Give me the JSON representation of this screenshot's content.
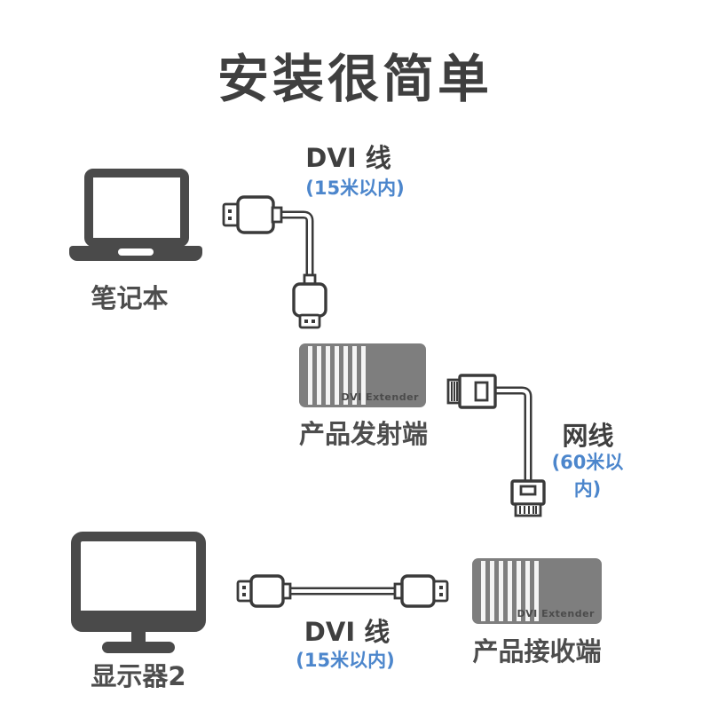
{
  "title": "安装很简单",
  "colors": {
    "accent-blue": "#4c86cc",
    "icon-gray": "#4a4a4a",
    "box-gray": "#7e7e7e",
    "stripe-white": "#f4f4f4",
    "text-dark": "#3f3f3f",
    "label-gray": "#4d4d4d",
    "line-color": "#3a3a3a"
  },
  "nodes": {
    "laptop": {
      "label": "笔记本"
    },
    "monitor": {
      "label": "显示器2"
    },
    "transmitter": {
      "label": "产品发射端",
      "device_text": "DVI Extender"
    },
    "receiver": {
      "label": "产品接收端",
      "device_text": "DVI Extender"
    }
  },
  "cables": {
    "dvi_top": {
      "name": "DVI 线",
      "limit": "(15米以内)"
    },
    "ethernet": {
      "name": "网线",
      "limit": "(60米以内)"
    },
    "dvi_bottom": {
      "name": "DVI 线",
      "limit": "(15米以内)"
    }
  }
}
